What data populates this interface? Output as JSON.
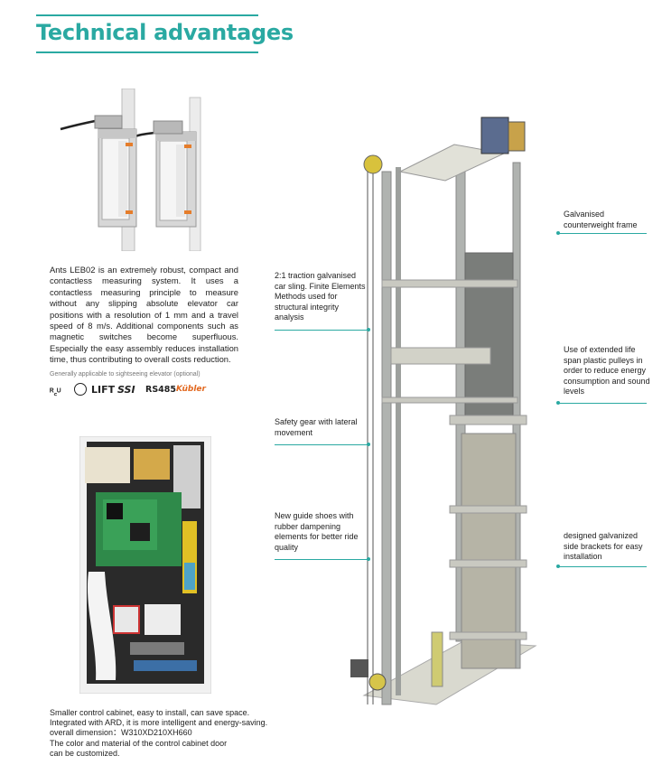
{
  "header": {
    "title": "Technical advantages"
  },
  "sensor": {
    "description": "Ants LEB02 is an extremely robust, compact and contactless measuring system. It uses a contactless measuring principle to measure without any slipping absolute elevator car positions with a resolution of 1 mm and a travel speed of 8 m/s. Additional components such as magnetic switches become superfluous. Especially the easy assembly reduces installation time, thus contributing to overall costs reduction.",
    "note": "Generally applicable to sightseeing elevator (optional)",
    "certifications": [
      "LIFT",
      "SSI",
      "RS485",
      "Kübler"
    ]
  },
  "cabinet": {
    "lines": [
      "Smaller control cabinet, easy to install, can save space.",
      "Integrated with ARD, it is more intelligent and energy-saving.",
      "overall dimension：W310XD210XH660",
      "The color and material of the control cabinet door",
      "can be customized."
    ]
  },
  "callouts": {
    "left": [
      "2:1 traction galvanised car sling.   Finite Elements Methods used for structural integrity analysis",
      "Safety gear with lateral movement",
      "New guide shoes with rubber dampening elements for better ride quality"
    ],
    "right": [
      "Galvanised counterweight frame",
      "Use of extended life span plastic pulleys in order to reduce energy consumption and sound levels",
      "designed galvanized side brackets for easy installation"
    ]
  },
  "colors": {
    "accent": "#2aa9a2"
  }
}
